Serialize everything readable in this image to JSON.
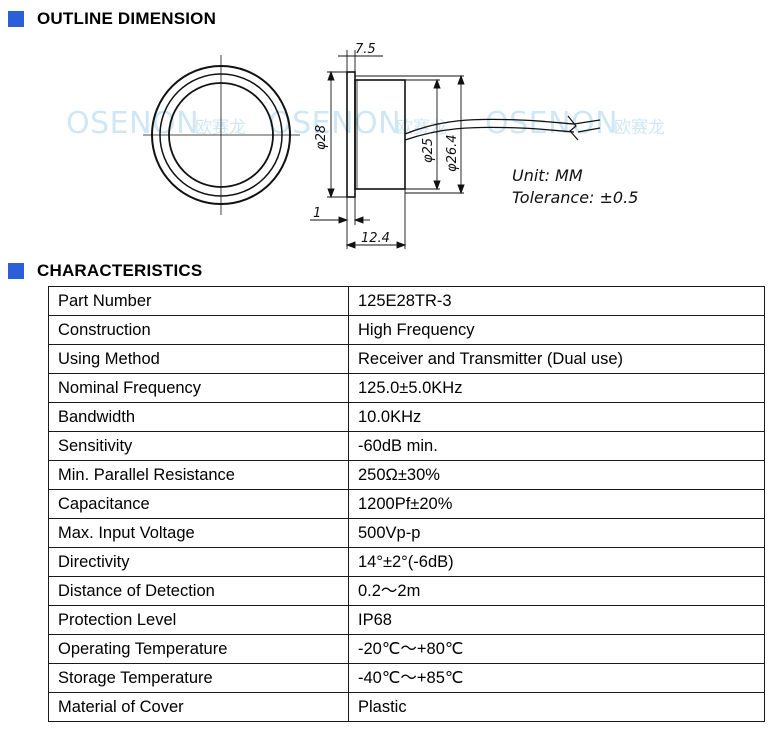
{
  "sections": {
    "outline_title": "OUTLINE DIMENSION",
    "characteristics_title": "CHARACTERISTICS"
  },
  "watermark": {
    "brand": "OSENON",
    "brand_cn": "欧赛龙"
  },
  "drawing": {
    "dim_7_5": "7.5",
    "dim_28": "φ28",
    "dim_25": "φ25",
    "dim_26_4": "φ26.4",
    "dim_1": "1",
    "dim_12_4": "12.4",
    "unit": "Unit: MM",
    "tolerance": "Tolerance: ±0.5"
  },
  "colors": {
    "accent": "#2b5fd9",
    "watermark": "#a9d5ee"
  },
  "table": {
    "rows": [
      {
        "key": "Part Number",
        "value": "125E28TR-3"
      },
      {
        "key": "Construction",
        "value": "High Frequency"
      },
      {
        "key": "Using Method",
        "value": "Receiver and Transmitter (Dual use)"
      },
      {
        "key": "Nominal Frequency",
        "value": "125.0±5.0KHz"
      },
      {
        "key": "Bandwidth",
        "value": "10.0KHz"
      },
      {
        "key": "Sensitivity",
        "value": "-60dB min."
      },
      {
        "key": "Min. Parallel Resistance",
        "value": "250Ω±30%"
      },
      {
        "key": "Capacitance",
        "value": "1200Pf±20%"
      },
      {
        "key": "Max. Input Voltage",
        "value": "500Vp-p"
      },
      {
        "key": "Directivity",
        "value": "14°±2°(-6dB)"
      },
      {
        "key": "Distance of Detection",
        "value": "0.2～2m"
      },
      {
        "key": "Protection Level",
        "value": "IP68"
      },
      {
        "key": "Operating Temperature",
        "value": "-20℃～+80℃"
      },
      {
        "key": "Storage Temperature",
        "value": "-40℃～+85℃"
      },
      {
        "key": "Material of Cover",
        "value": "Plastic"
      }
    ]
  }
}
